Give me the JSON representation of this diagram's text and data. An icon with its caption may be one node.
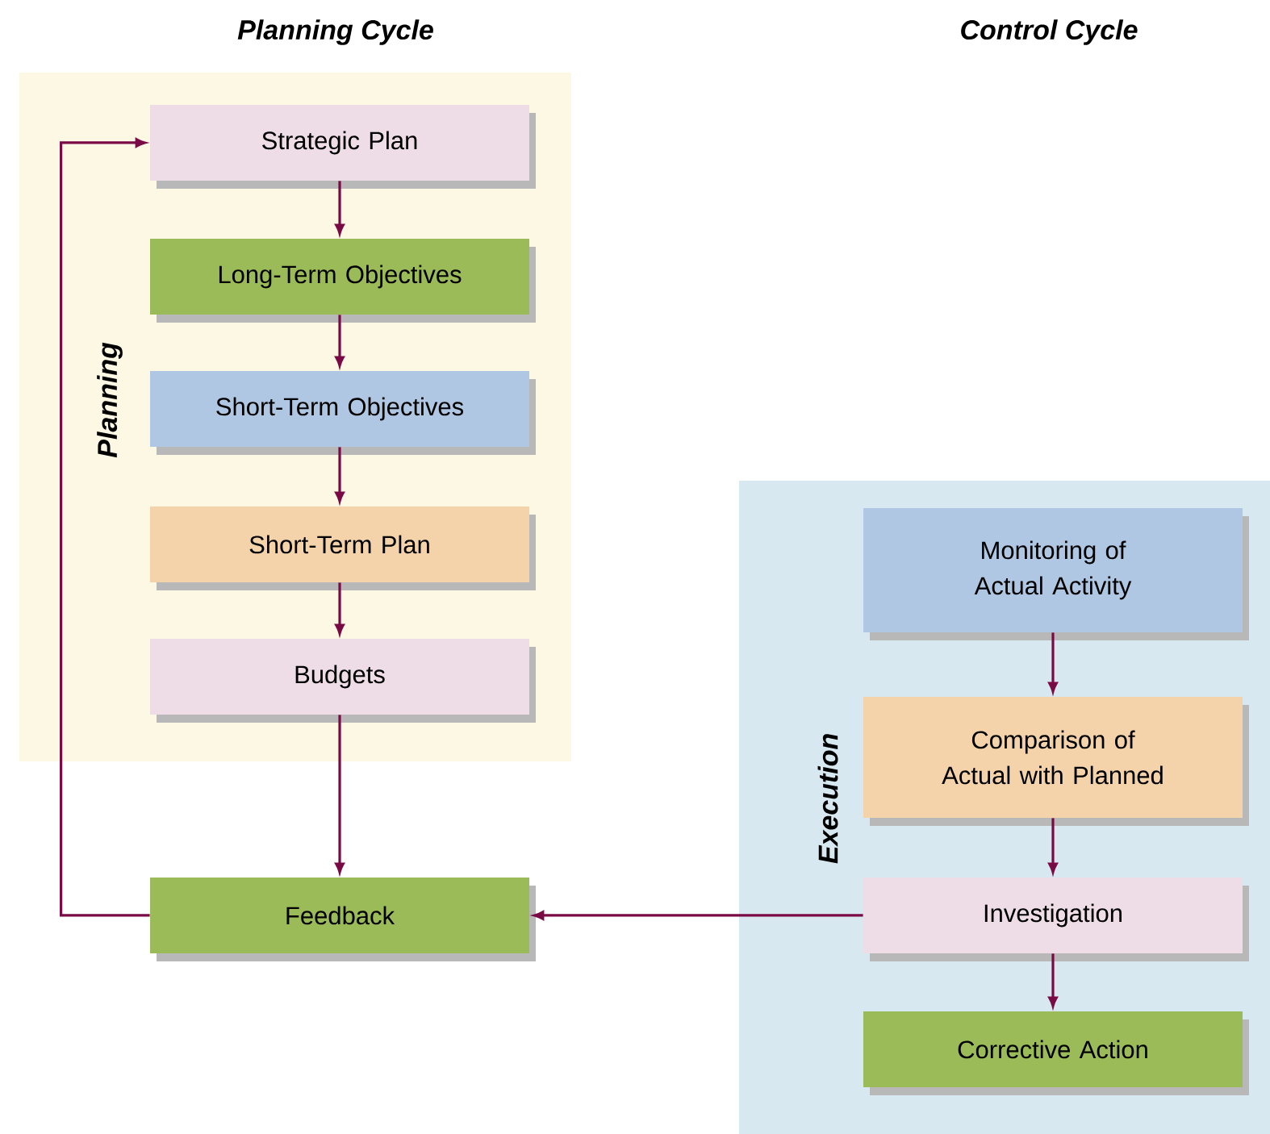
{
  "diagram": {
    "nodes": [
      {
        "text": [
          "Planning"
        ]
      },
      {
        "text": [
          "Strategic Plan"
        ],
        "in": 0
      },
      {
        "text": [
          "Long-Term Objectives"
        ],
        "in": 0
      },
      {
        "text": [
          "Short-Term Objectives"
        ],
        "in": 0
      },
      {
        "text": [
          "Short-Term Plan"
        ],
        "in": 0
      },
      {
        "text": [
          "Budgets"
        ],
        "in": 0
      },
      {
        "text": [
          "Feedback"
        ]
      },
      {
        "text": [
          "Execution"
        ]
      },
      {
        "text": [
          "Monitoring of Actual Activity"
        ],
        "in": 7
      },
      {
        "text": [
          "Comparison of Actual with Planned"
        ],
        "in": 7
      },
      {
        "text": [
          "Investigation"
        ],
        "in": 7
      },
      {
        "text": [
          "Corrective Action"
        ],
        "in": 7
      }
    ],
    "edges": [
      {
        "from": 1,
        "to": 2,
        "arrow": "to"
      },
      {
        "from": 2,
        "to": 3,
        "arrow": "to"
      },
      {
        "from": 3,
        "to": 4,
        "arrow": "to"
      },
      {
        "from": 4,
        "to": 5,
        "arrow": "to"
      },
      {
        "from": 5,
        "to": 6,
        "arrow": "to"
      },
      {
        "from": 6,
        "to": 1,
        "arrow": "to"
      },
      {
        "from": 8,
        "to": 9,
        "arrow": "to"
      },
      {
        "from": 9,
        "to": 10,
        "arrow": "to"
      },
      {
        "from": 10,
        "to": 11,
        "arrow": "to"
      },
      {
        "from": 10,
        "to": 6,
        "arrow": "to"
      }
    ],
    "labels": [
      "Planning Cycle",
      "Control Cycle"
    ]
  }
}
